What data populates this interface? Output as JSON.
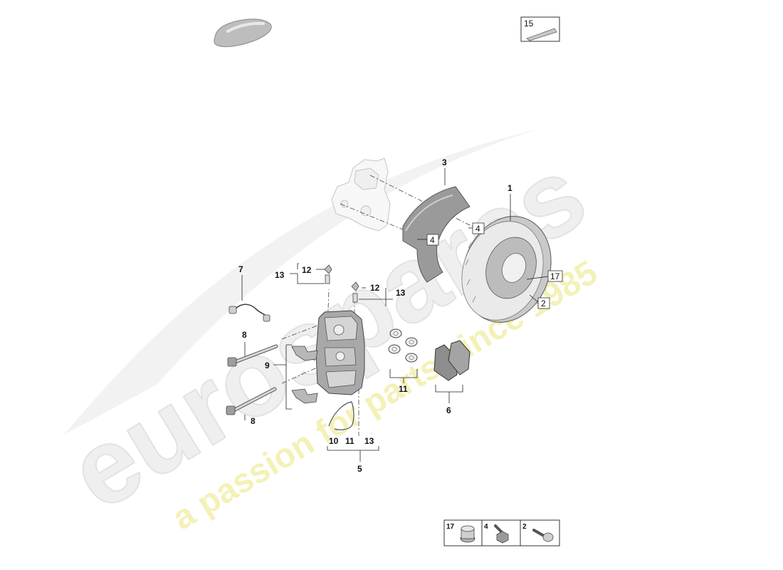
{
  "watermark": {
    "brand": "eurospares",
    "tagline": "a passion for parts since 1985"
  },
  "kit_box": {
    "number": "15"
  },
  "callouts": {
    "c1": "1",
    "c2": "2",
    "c3": "3",
    "c4a": "4",
    "c4b": "4",
    "c5": "5",
    "c6": "6",
    "c7": "7",
    "c8a": "8",
    "c8b": "8",
    "c9": "9",
    "c10": "10",
    "c11a": "11",
    "c11b": "11",
    "c12a": "12",
    "c12b": "12",
    "c13a": "13",
    "c13b": "13",
    "c13c": "13",
    "c17": "17"
  },
  "legend": [
    {
      "number": "17",
      "icon": "cap-icon"
    },
    {
      "number": "4",
      "icon": "bolt-icon"
    },
    {
      "number": "2",
      "icon": "screw-icon"
    }
  ],
  "colors": {
    "line": "#222222",
    "part_fill": "#e6e6e6",
    "part_stroke": "#555555",
    "watermark_grey": "#ececec",
    "watermark_yellow": "#f3f0b8"
  }
}
